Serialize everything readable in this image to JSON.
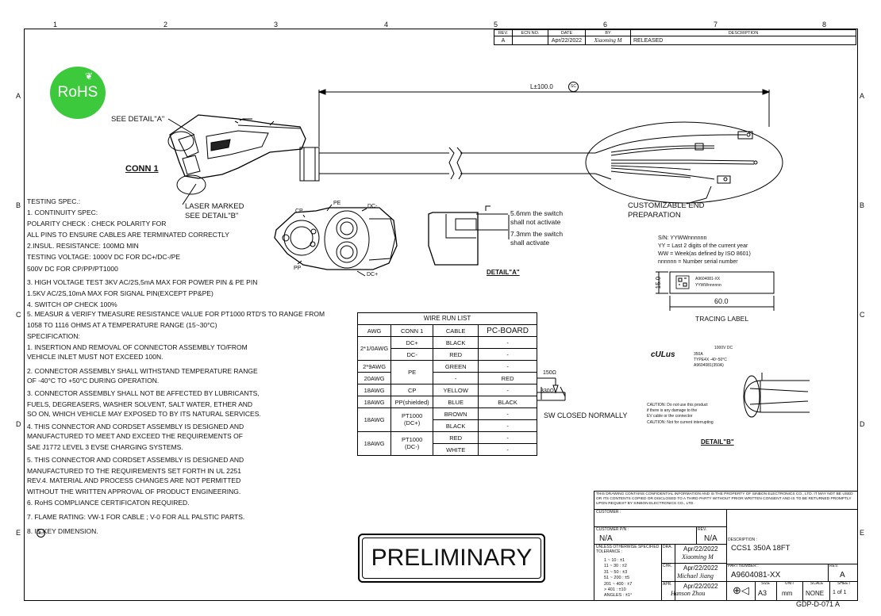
{
  "frame": {
    "col_numbers": [
      "1",
      "2",
      "3",
      "4",
      "5",
      "6",
      "7",
      "8"
    ],
    "row_letters": [
      "A",
      "B",
      "C",
      "D",
      "E"
    ]
  },
  "revision": {
    "headers": [
      "REV.",
      "ECN NO.",
      "DATE",
      "BY",
      "DESCRIPTION"
    ],
    "row": {
      "rev": "A",
      "ecn": "",
      "date": "Apr/22/2022",
      "by": "Xiaoming M",
      "desc": "RELEASED"
    }
  },
  "rohs": {
    "text": "RoHS",
    "color": "#3cc93c"
  },
  "callouts": {
    "see_detail_a": "SEE DETAIL\"A\"",
    "conn1": "CONN 1",
    "laser_marked": "LASER MARKED",
    "see_detail_b": "SEE DETAIL\"B\"",
    "length": "L±100.0",
    "sc": "SC",
    "customizable_end": "CUSTOMIZABLE END",
    "preparation": "PREPARATION",
    "cp": "CP",
    "pe": "PE",
    "dc_minus": "DC-",
    "pp": "PP",
    "dc_plus": "DC+",
    "switch_not_1": "5.6mm the switch",
    "switch_not_2": "shall not activate",
    "switch_act_1": "7.3mm the switch",
    "switch_act_2": "shall  activate",
    "detail_a": "DETAIL\"A\"",
    "detail_b": "DETAIL\"B\""
  },
  "serial": {
    "l1": "S/N: YYWWnnnnnn",
    "l2": "YY = Last 2 digits of the current year",
    "l3": "WW = Week(as defined by ISO 8601)",
    "l4": "nnnnnn = Number serial number"
  },
  "tracing_label": {
    "part": "A9604081-XX",
    "serial": "YYWWnnnnnn",
    "height": "15.0",
    "width": "60.0",
    "caption": "TRACING LABEL"
  },
  "ul_label": {
    "logo": "cULus",
    "voltage": "1000V DC",
    "current": "350A",
    "type": "TYPE4X -40~50°C",
    "part": "A9604081(350A)",
    "caution1": "CAUTION: Do not use this product",
    "caution2": "if there is any damage to the",
    "caution3": "EV cable or the connector",
    "caution4": "CAUTION: Not for current interrupting"
  },
  "testing_spec": [
    "TESTING SPEC.:",
    "  1. CONTINUITY SPEC:",
    "POLARITY CHECK : CHECK POLARITY FOR",
    "ALL PINS TO ENSURE CABLES ARE TERMINATED CORRECTLY",
    "  2.INSUL. RESISTANCE: 100MΩ MIN",
    "  TESTING VOLTAGE: 1000V DC  FOR DC+/DC-/PE",
    "  500V DC  FOR CP/PP/PT1000",
    "  3. HIGH VOLTAGE TEST 3KV AC/2S,5mA MAX FOR POWER PIN & PE PIN",
    "  1.5KV AC/2S,10mA MAX FOR SIGNAL PIN(EXCEPT PP&PE)",
    "  4. SWITCH OP CHECK 100%",
    "  5. MEASUR & VERIFY TMEASURE  RESISTANCE VALUE FOR PT1000 RTD'S TO RANGE FROM",
    "  1058 TO 1116 OHMS AT A TEMPERATURE RANGE (15~30°C)",
    "  SPECIFICATION:",
    "1. INSERTION AND REMOVAL OF CONNECTOR ASSEMBLY TO/FROM",
    "       VEHICLE INLET MUST NOT EXCEED 100N.",
    "2. CONNECTOR ASSEMBLY SHALL WITHSTAND TEMPERATURE RANGE",
    "    OF -40°C TO +50°C DURING OPERATION.",
    "3. CONNECTOR ASSEMBLY SHALL NOT BE AFFECTED BY LUBRICANTS,",
    "      FUELS, DEGREASERS, WASHER SOLVENT, SALT WATER, ETHER AND",
    "    SO ON, WHICH VEHICLE MAY EXPOSED TO BY ITS NATURAL SERVICES.",
    "4. THIS CONNECTOR AND CORDSET ASSEMBLY IS DESIGNED AND",
    "       MANUFACTURED TO MEET AND EXCEED THE REQUIREMENTS OF",
    "       SAE J1772 LEVEL 3  EVSE CHARGING SYSTEMS.",
    "5. THIS CONNECTOR AND CORDSET ASSEMBLY IS DESIGNED AND",
    "       MANUFACTURED TO THE REQUIREMENTS SET FORTH IN UL 2251",
    "       REV.4. MATERIAL AND PROCESS CHANGES ARE NOT PERMITTED",
    "       WITHOUT THE WRITTEN APPROVAL OF PRODUCT ENGINEERING.",
    "6. RoHS COMPLIANCE CERTIFICATON REQUIRED.",
    "7. FLAME RATING: VW-1 FOR CABLE ; V-0 FOR ALL PALSTIC PARTS.",
    "8.      IS KEY DIMENSION."
  ],
  "wire_list": {
    "title": "WIRE   RUN    LIST",
    "headers": [
      "AWG",
      "CONN 1",
      "CABLE",
      "PC-BOARD"
    ],
    "rows": [
      {
        "awg": "2*1/0AWG",
        "conn": "DC+",
        "cable": "BLACK",
        "pcb": "-"
      },
      {
        "awg": "",
        "conn": "DC-",
        "cable": "RED",
        "pcb": "-"
      },
      {
        "awg": "2*9AWG",
        "conn": "PE",
        "cable": "GREEN",
        "pcb": "-"
      },
      {
        "awg": "20AWG",
        "conn": "",
        "cable": "-",
        "pcb": "RED"
      },
      {
        "awg": "18AWG",
        "conn": "CP",
        "cable": "YELLOW",
        "pcb": "-"
      },
      {
        "awg": "18AWG",
        "conn": "PP(shielded)",
        "cable": "BLUE",
        "pcb": "BLACK"
      },
      {
        "awg": "18AWG",
        "conn": "PT1000 (DC+)",
        "cable": "BROWN",
        "pcb": "-"
      },
      {
        "awg": "",
        "conn": "",
        "cable": "BLACK",
        "pcb": "-"
      },
      {
        "awg": "18AWG",
        "conn": "PT1000 (DC-)",
        "cable": "RED",
        "pcb": "-"
      },
      {
        "awg": "",
        "conn": "",
        "cable": "WHITE",
        "pcb": "-"
      }
    ],
    "r1": "150Ω",
    "r2": "330Ω",
    "sw": "SW CLOSED NORMALLY"
  },
  "preliminary": "PRELIMINARY",
  "title_block": {
    "confidential": "THIS DRAWING CONTAINS CONFIDENTIAL INFORMATION AND IS THE PROPERTY OF SINBON ELECTRONICS CO., LTD. IT MAY NOT BE USED OR ITS CONTENTS COPIED OR DISCLOSED TO A THIRD PARTY WITHOUT PRIOR WRITTEN CONSENT AND IS TO BE RETURNED PROMPTLY UPON REQUEST BY SINBON ELECTRONICS CO., LTD.",
    "customer_label": "CUSTOMER :",
    "customer_pn_label": "CUSTOMER P/N :",
    "customer_pn": "N/A",
    "rev_label": "REV.",
    "rev": "N/A",
    "tolerance_label": "UNLESS OTHERWISE SPECIFIED TOLERANCE :",
    "tolerances": [
      "1 ~ 10  :  ±1",
      "11 ~ 30  :  ±2",
      "31 ~ 50  :  ±3",
      "51 ~ 200  :  ±5",
      "201 ~ 400  :  ±7",
      "> 401  :  ±10",
      "ANGLES  :  ±1°"
    ],
    "dra_label": "DRA.",
    "dra_date": "Apr/22/2022",
    "dra_name": "Xiaoming M",
    "chk_label": "CHK.",
    "chk_date": "Apr/22/2022",
    "chk_name": "Michael Jiang",
    "apr_label": "APR.",
    "apr_date": "Apr/22/2022",
    "apr_name": "Hanson Zhou",
    "desc_label": "DESCRIPTION :",
    "desc": "CCS1 350A 18FT",
    "pn_label": "PART NUMBER :",
    "pn": "A9604081-XX",
    "rev2_label": "REV.",
    "rev2": "A",
    "size_label": "SIZE",
    "size": "A3",
    "unit_label": "UNIT",
    "unit": "mm",
    "scale_label": "SCALE",
    "scale": "NONE",
    "sheet_label": "SHEET",
    "sheet": "1 of 1"
  },
  "doc_code": "GDP-D-071 A"
}
